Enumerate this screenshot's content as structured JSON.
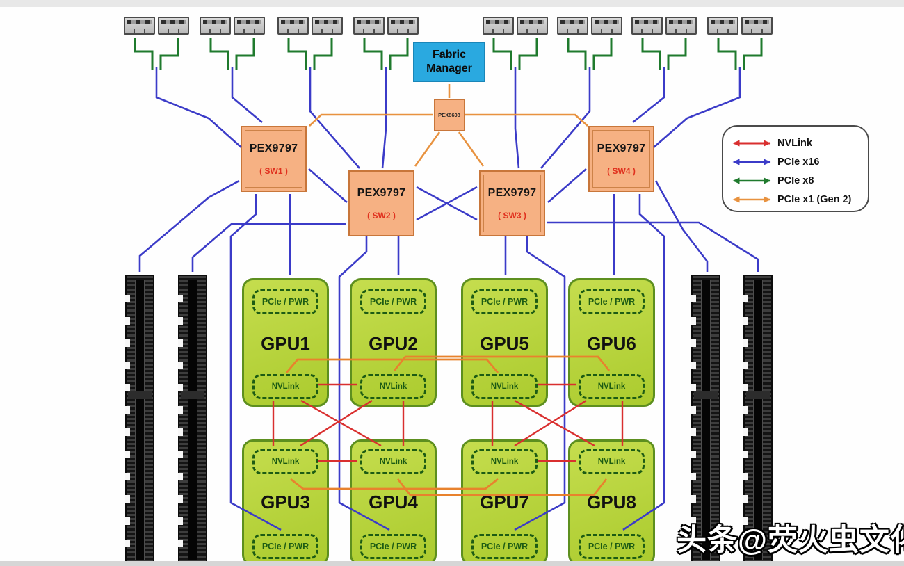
{
  "fabric_manager": {
    "line1": "Fabric",
    "line2": "Manager"
  },
  "mgmt_switch": {
    "label": "PEX8608"
  },
  "switches": [
    {
      "label": "PEX9797",
      "sub": "( SW1 )"
    },
    {
      "label": "PEX9797",
      "sub": "( SW2 )"
    },
    {
      "label": "PEX9797",
      "sub": "( SW3 )"
    },
    {
      "label": "PEX9797",
      "sub": "( SW4 )"
    }
  ],
  "gpus": [
    {
      "label": "GPU1",
      "pcie": "PCIe / PWR",
      "nvlink": "NVLink"
    },
    {
      "label": "GPU2",
      "pcie": "PCIe / PWR",
      "nvlink": "NVLink"
    },
    {
      "label": "GPU5",
      "pcie": "PCIe / PWR",
      "nvlink": "NVLink"
    },
    {
      "label": "GPU6",
      "pcie": "PCIe / PWR",
      "nvlink": "NVLink"
    },
    {
      "label": "GPU3",
      "pcie": "PCIe / PWR",
      "nvlink": "NVLink"
    },
    {
      "label": "GPU4",
      "pcie": "PCIe / PWR",
      "nvlink": "NVLink"
    },
    {
      "label": "GPU7",
      "pcie": "PCIe / PWR",
      "nvlink": "NVLink"
    },
    {
      "label": "GPU8",
      "pcie": "PCIe / PWR",
      "nvlink": "NVLink"
    }
  ],
  "legend": {
    "items": [
      {
        "label": "NVLink",
        "color": "#d92f2f"
      },
      {
        "label": "PCIe x16",
        "color": "#3b3bc8"
      },
      {
        "label": "PCIe x8",
        "color": "#1f7a2d"
      },
      {
        "label": "PCIe x1 (Gen 2)",
        "color": "#e8923f"
      }
    ]
  },
  "watermark": {
    "text": "头条@荧火虫文化"
  }
}
